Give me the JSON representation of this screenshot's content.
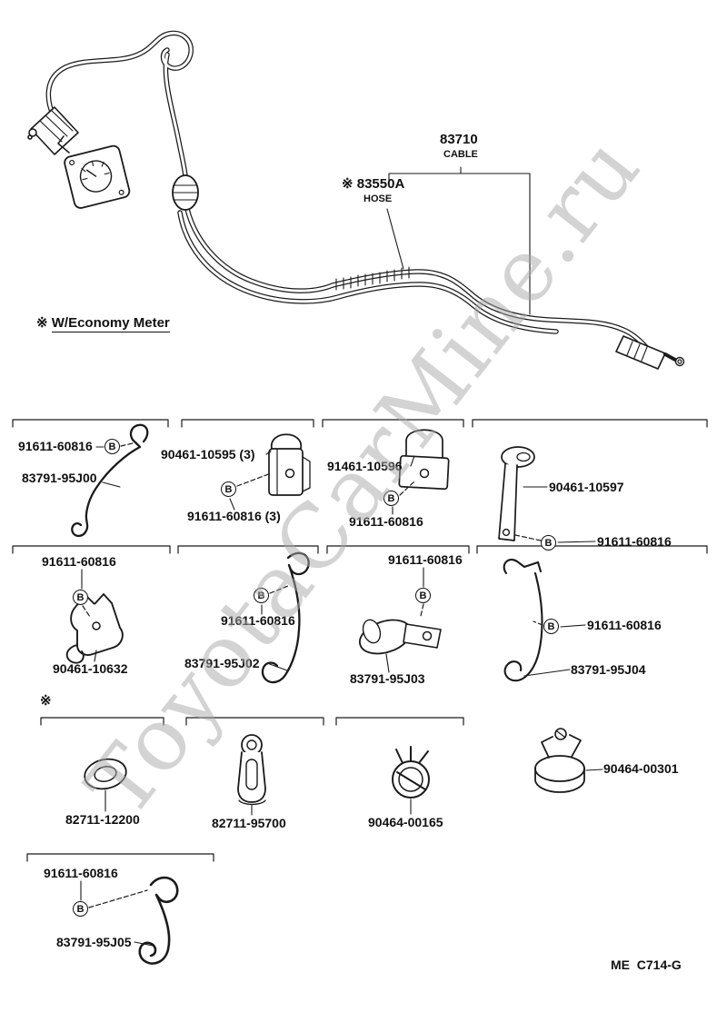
{
  "watermark": "ToyotaCarMine.ru",
  "marker_b": "B",
  "header": {
    "cable_part": "83710",
    "cable_name": "CABLE",
    "hose_part": "※ 83550A",
    "hose_name": "HOSE",
    "note_prefix": "※ ",
    "note_text": "W/Economy Meter",
    "section_mark": "※"
  },
  "parts": {
    "g1": {
      "bolt": "91611-60816",
      "part": "83791-95J00"
    },
    "g2": {
      "part": "90461-10595 (3)",
      "bolt": "91611-60816 (3)"
    },
    "g3": {
      "part": "91461-10596",
      "bolt": "91611-60816"
    },
    "g4": {
      "part": "90461-10597",
      "bolt": "91611-60816"
    },
    "g5": {
      "bolt": "91611-60816",
      "part": "90461-10632"
    },
    "g6": {
      "bolt": "91611-60816",
      "part": "83791-95J02"
    },
    "g7": {
      "bolt": "91611-60816",
      "part": "83791-95J03"
    },
    "g8": {
      "bolt": "91611-60816",
      "part": "83791-95J04"
    },
    "g9": {
      "part": "82711-12200"
    },
    "g10": {
      "part": "82711-95700"
    },
    "g11": {
      "part": "90464-00165"
    },
    "g12": {
      "part": "90464-00301"
    },
    "g13": {
      "bolt": "91611-60816",
      "part": "83791-95J05"
    }
  },
  "footer": {
    "code": "ME  C714-G"
  }
}
